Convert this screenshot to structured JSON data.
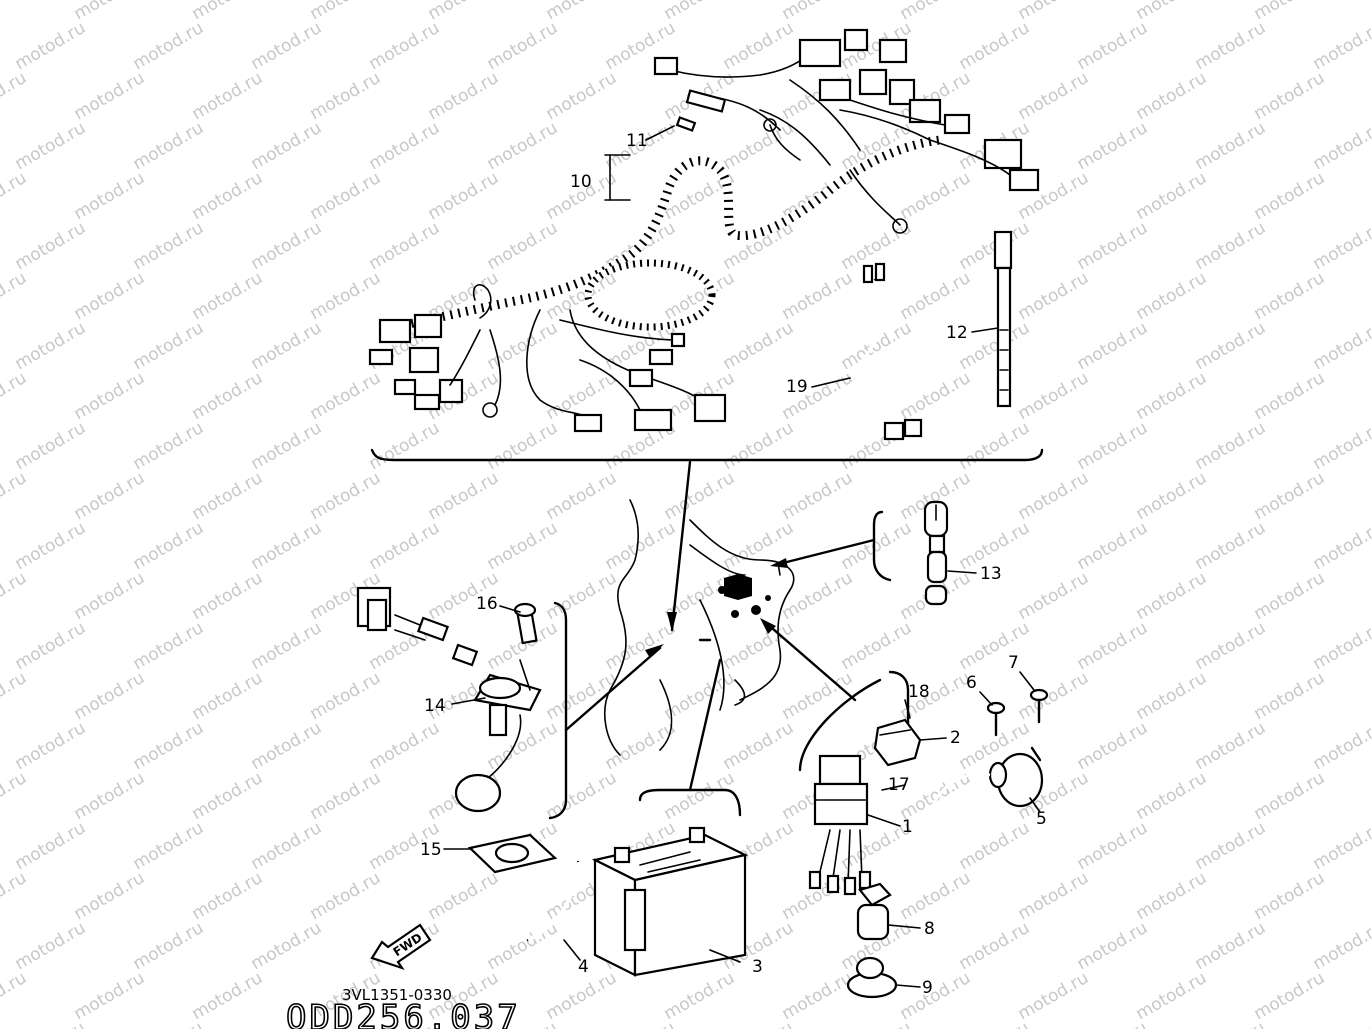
{
  "watermark": "motod.ru",
  "drawing_code": "3VL1351-0330",
  "reference_code": "ODD256.037",
  "direction_marker": "FWD",
  "callouts": [
    {
      "id": "c1",
      "label": "1"
    },
    {
      "id": "c2",
      "label": "2"
    },
    {
      "id": "c3",
      "label": "3"
    },
    {
      "id": "c4",
      "label": "4"
    },
    {
      "id": "c5",
      "label": "5"
    },
    {
      "id": "c6",
      "label": "6"
    },
    {
      "id": "c7",
      "label": "7"
    },
    {
      "id": "c8",
      "label": "8"
    },
    {
      "id": "c9",
      "label": "9"
    },
    {
      "id": "c10",
      "label": "10"
    },
    {
      "id": "c11",
      "label": "11"
    },
    {
      "id": "c12",
      "label": "12"
    },
    {
      "id": "c13",
      "label": "13"
    },
    {
      "id": "c14",
      "label": "14"
    },
    {
      "id": "c15",
      "label": "15"
    },
    {
      "id": "c16",
      "label": "16"
    },
    {
      "id": "c17",
      "label": "17"
    },
    {
      "id": "c18",
      "label": "18"
    },
    {
      "id": "c19",
      "label": "19"
    }
  ]
}
